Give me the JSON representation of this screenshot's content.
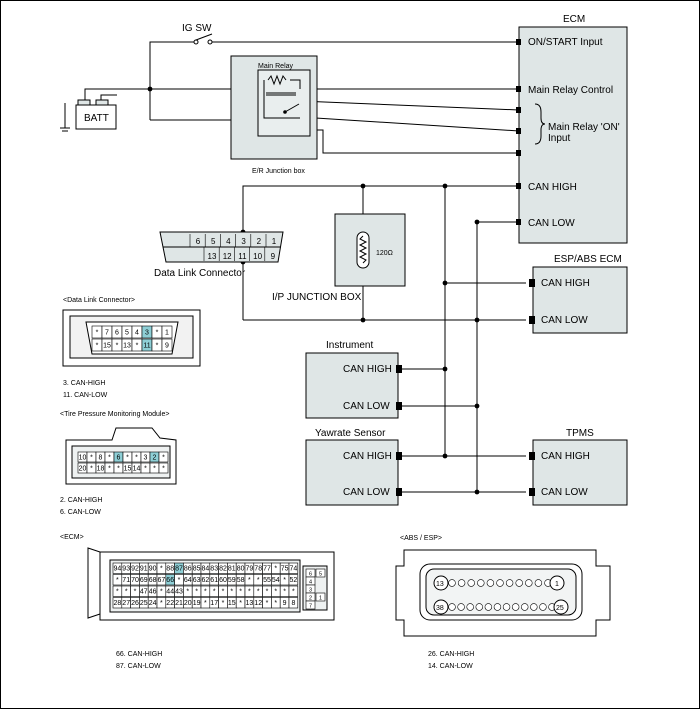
{
  "battery": {
    "label": "BATT"
  },
  "ig_switch": {
    "label": "IG SW"
  },
  "er_junction": {
    "relay_label": "Main Relay",
    "caption": "E/R Junction box"
  },
  "ecm": {
    "title": "ECM",
    "pins": [
      "ON/START Input",
      "Main Relay Control",
      "Main Relay 'ON'",
      "Input",
      "CAN HIGH",
      "CAN LOW"
    ]
  },
  "ip_junction": {
    "resistor": "120Ω",
    "caption": "I/P JUNCTION BOX"
  },
  "dlc": {
    "caption": "Data Link Connector",
    "top_pins": [
      "6",
      "5",
      "4",
      "3",
      "2",
      "1"
    ],
    "bottom_pins": [
      "13",
      "12",
      "11",
      "10",
      "9"
    ]
  },
  "esp_abs_ecm": {
    "title": "ESP/ABS ECM",
    "can_high": "CAN HIGH",
    "can_low": "CAN LOW"
  },
  "instrument": {
    "title": "Instrument",
    "can_high": "CAN HIGH",
    "can_low": "CAN LOW"
  },
  "yawrate": {
    "title": "Yawrate Sensor",
    "can_high": "CAN HIGH",
    "can_low": "CAN LOW"
  },
  "tpms": {
    "title": "TPMS",
    "can_high": "CAN HIGH",
    "can_low": "CAN LOW"
  },
  "connectors": {
    "dlc": {
      "title": "<Data Link Connector>",
      "top_pins": [
        "*",
        "7",
        "6",
        "5",
        "4",
        "3",
        "*",
        "1"
      ],
      "bottom_pins": [
        "*",
        "15",
        "*",
        "13",
        "*",
        "11",
        "*",
        "9"
      ],
      "pin1": "3. CAN-HIGH",
      "pin2": "11. CAN-LOW"
    },
    "tpms": {
      "title": "<Tire Pressure Monitoring Module>",
      "top_pins": [
        "10",
        "*",
        "8",
        "*",
        "6",
        "*",
        "*",
        "3",
        "2",
        "*"
      ],
      "bottom_pins": [
        "20",
        "*",
        "18",
        "*",
        "*",
        "15",
        "14",
        "*",
        "*",
        "*"
      ],
      "pin1": "2. CAN-HIGH",
      "pin2": "6. CAN-LOW"
    },
    "ecm": {
      "title": "<ECM>",
      "pin1": "66. CAN-HIGH",
      "pin2": "87. CAN-LOW",
      "row1": [
        "94",
        "93",
        "92",
        "91",
        "90",
        "*",
        "88",
        "87",
        "86",
        "85",
        "84",
        "83",
        "82",
        "81",
        "80",
        "79",
        "78",
        "77",
        "*",
        "75",
        "74"
      ],
      "row2": [
        "*",
        "71",
        "70",
        "69",
        "68",
        "67",
        "66",
        "*",
        "64",
        "63",
        "62",
        "61",
        "60",
        "59",
        "58",
        "*",
        "*",
        "55",
        "54",
        "*",
        "52"
      ],
      "row3": [
        "*",
        "*",
        "*",
        "47",
        "46",
        "*",
        "44",
        "43",
        "*",
        "*",
        "*",
        "*",
        "*",
        "*",
        "*",
        "*",
        "*",
        "*",
        "*",
        "*",
        "*"
      ],
      "row4": [
        "28",
        "27",
        "26",
        "25",
        "24",
        "*",
        "22",
        "21",
        "20",
        "19",
        "*",
        "17",
        "*",
        "15",
        "*",
        "13",
        "12",
        "*",
        "*",
        "9",
        "8"
      ],
      "side": [
        "6",
        "5",
        "4",
        "3",
        "2",
        "1",
        "7"
      ]
    },
    "abs": {
      "title": "<ABS / ESP>",
      "top_start": "13",
      "top_end": "1",
      "bottom_start": "38",
      "bottom_end": "25",
      "pin1": "26. CAN-HIGH",
      "pin2": "14. CAN-LOW"
    }
  }
}
